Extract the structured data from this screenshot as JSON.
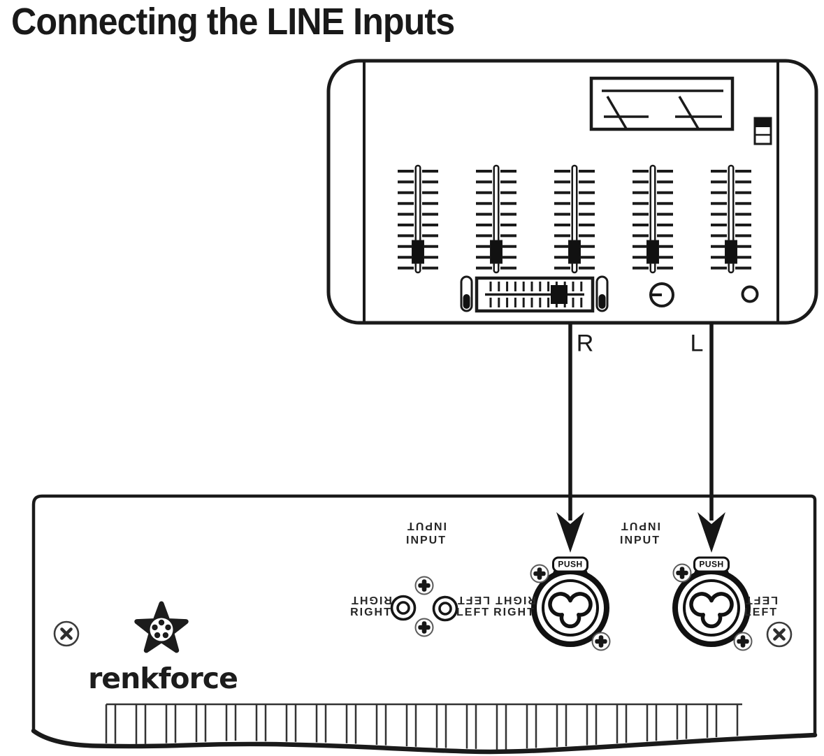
{
  "title": "Connecting the LINE Inputs",
  "cables": {
    "right": "R",
    "left": "L"
  },
  "panel": {
    "brand": "renkforce",
    "input": "INPUT",
    "right": "RIGHT",
    "left": "LEFT",
    "push": "PUSH"
  },
  "colors": {
    "ink": "#1a1a1a",
    "bg": "#ffffff"
  },
  "icons": {
    "vu_meter": "dual-needle-meter",
    "power_switch": "two-cell-slide-switch",
    "fader": "vertical-slider-with-ticks",
    "crossfader": "horizontal-slider-with-ticks",
    "knob": "circle-with-pointer",
    "phillips_screw": "cross-in-circle",
    "mount_screw": "x-in-circle",
    "rca_jack": "concentric-circles",
    "xlr_combo_jack": "trefoil-in-double-circle",
    "brand_logo": "five-petal-star-with-dots",
    "arrow": "barbed-down-arrow"
  }
}
